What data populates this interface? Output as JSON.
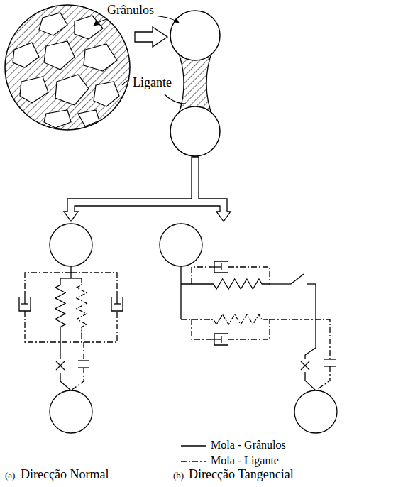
{
  "diagram": {
    "labels": [
      "Grânulos",
      "Ligante",
      "(a)",
      "Direcção Normal",
      "(b)",
      "Direcção Tangencial"
    ],
    "legend": [
      {
        "text": "Mola - Grânulos"
      },
      {
        "text": "Mola - Ligante"
      }
    ]
  }
}
